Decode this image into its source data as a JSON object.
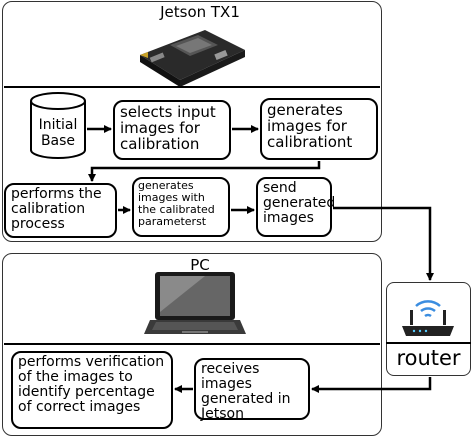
{
  "jetson": {
    "title": "Jetson TX1",
    "nodes": {
      "initial_base": "Initial\nBase",
      "select_input": "selects input images for calibration",
      "generate_calib": "generates images for calibrationt",
      "perform_calib": "performs the calibration process",
      "generate_calibrated": "generates images with the calibrated parameterst",
      "send_generated": "send generated images"
    }
  },
  "pc": {
    "title": "PC",
    "nodes": {
      "verify": "performs verification of the images to identify percentage of correct images",
      "receive": "receives images generated in Jetson"
    }
  },
  "router": {
    "label": "router"
  },
  "colors": {
    "wifi": "#3b8de0",
    "line": "#000000",
    "panel_border": "#333333"
  },
  "icons": {
    "board": "jetson-board-icon",
    "laptop": "laptop-icon",
    "router": "router-icon",
    "database": "database-icon"
  }
}
